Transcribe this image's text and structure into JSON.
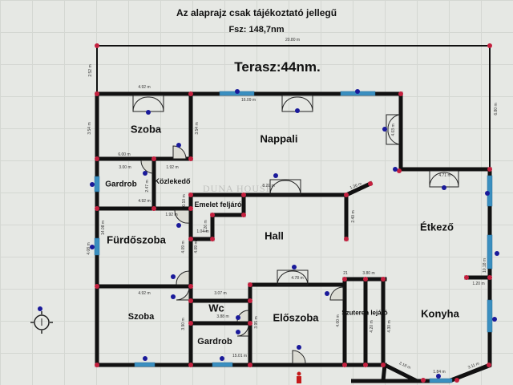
{
  "header": {
    "title": "Az alaprajz csak tájékoztató jellegű",
    "subtitle": "Fsz: 148,7nm"
  },
  "watermark": "DUNA HOUSE",
  "rooms": {
    "terasz": "Terasz:44nm.",
    "szoba_top": "Szoba",
    "nappali": "Nappali",
    "gardrob_left": "Gardrob",
    "kozlekedo": "Közlekedő",
    "emelet": "Emelet feljáró",
    "furdoszoba": "Fürdőszoba",
    "hall": "Hall",
    "etkezo": "Étkező",
    "szoba_bottom": "Szoba",
    "wc": "Wc",
    "gardrob_bottom": "Gardrob",
    "eloszoba": "Előszoba",
    "szuteren": "Szuteren lejáró",
    "konyha": "Konyha"
  },
  "dimensions": {
    "top_total": "20.80 m",
    "left_terrace": "2.52 m",
    "szoba_width": "4.92 m",
    "nappali_width": "16.09 m",
    "szoba_height_left": "3.54 m",
    "szoba_height_right": "3.54 m",
    "terrace_right": "6.80 m",
    "szoba_bottom_wall": "6.00 m",
    "gardrob_width": "3.00 m",
    "kozlekedo_width": "1.92 m",
    "gardrob_height": "2.47 m",
    "kozlekedo_bottom": "4.92 m",
    "emelet_small": "0.10 m",
    "furdo_top": "1.92 m",
    "left_wall_long": "14.08 m",
    "left_window": "4.08 m",
    "emelet_w": "1.04 m",
    "emelet_h": "1.26 m",
    "furdo_right": "4.09 m",
    "furdo_right2": "4.09 m",
    "hall_door": "8.21 m",
    "hall_diag": "1.36 m",
    "hall_vert": "2.40 m",
    "nappali_door_side": "4.03 m",
    "etkezo_door": "4.71 m",
    "etkezo_right": "10.18 m",
    "etkezo_stub": "1.20 m",
    "szoba_b_top": "4.92 m",
    "wc_top": "3.07 m",
    "wc_inner": "3.88 m",
    "szoba_b_right": "3.90 m",
    "gardrob_b_right": "3.95 m",
    "bottom_total": "15.01 m",
    "eloszoba_door": "4.78 m",
    "szuteren_top": "3.80 m",
    "szuteren_left": "4.00 m",
    "szuteren_mid": "4.20 m",
    "szuteren_right": "4.30 m",
    "szuteren_corner": "21",
    "konyha_diag_left": "2.18 m",
    "konyha_bottom": "1.84 m",
    "konyha_diag_right": "3.11 m"
  },
  "colors": {
    "wall": "#111111",
    "node": "#c4213f",
    "window": "#3a8fc0",
    "marker": "#1a1a9a",
    "entrance": "#c41a1a",
    "grid": "#d4d7d2",
    "background": "#e6e8e4"
  }
}
